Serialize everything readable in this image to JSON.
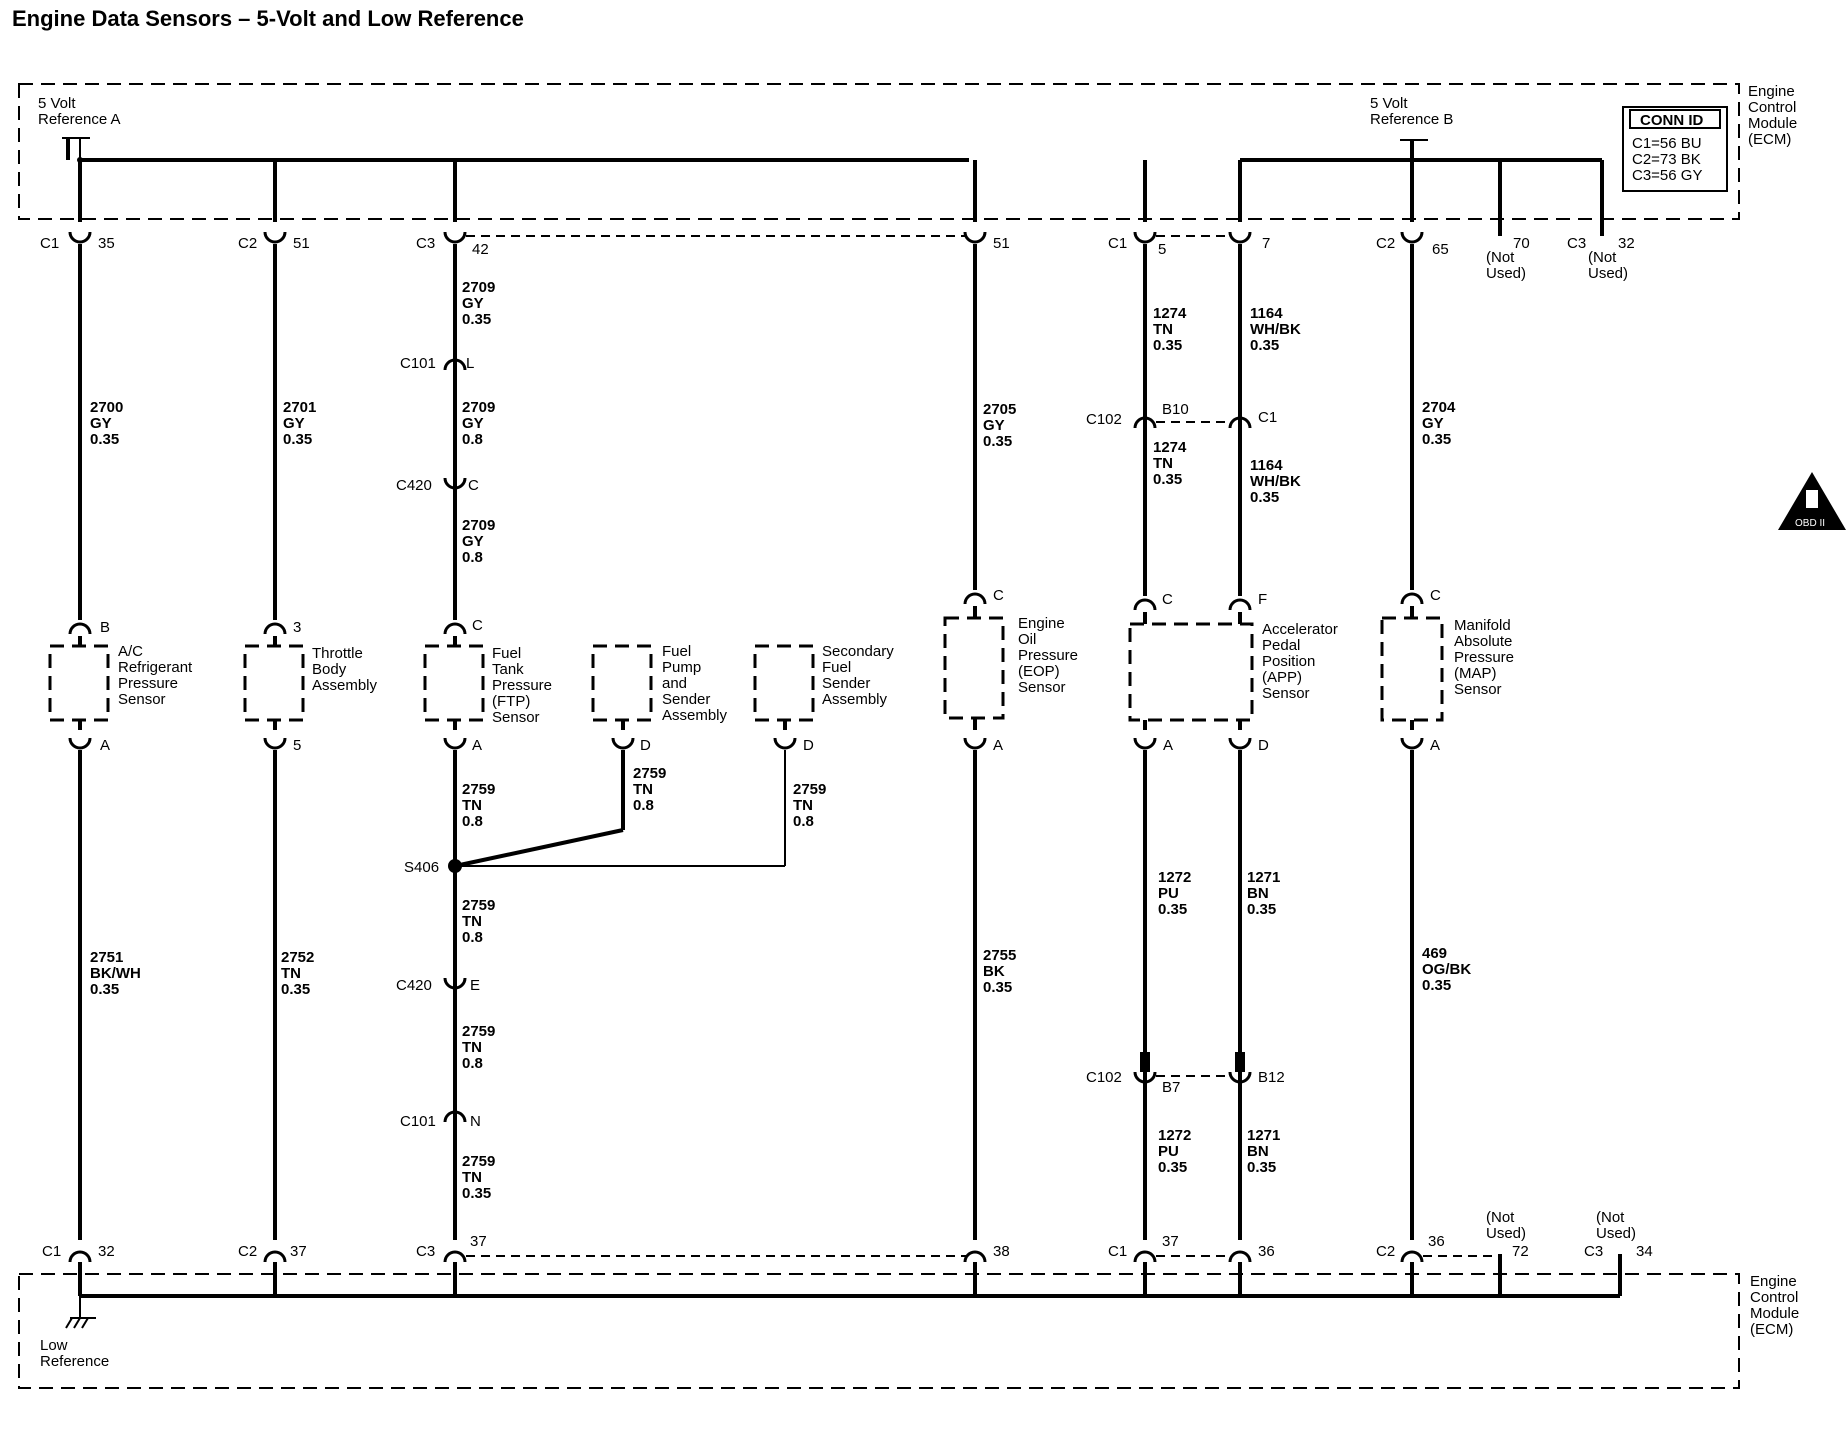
{
  "title": "Engine Data Sensors – 5-Volt and Low Reference",
  "ecm_top": {
    "label_lines": [
      "Engine",
      "Control",
      "Module",
      "(ECM)"
    ]
  },
  "ecm_bottom": {
    "label_lines": [
      "Engine",
      "Control",
      "Module",
      "(ECM)"
    ]
  },
  "ref_a": [
    "5 Volt",
    "Reference A"
  ],
  "ref_b": [
    "5 Volt",
    "Reference B"
  ],
  "low_ref": [
    "Low",
    "Reference"
  ],
  "conn_id": {
    "title": "CONN ID",
    "lines": [
      "C1=56 BU",
      "C2=73 BK",
      "C3=56 GY"
    ]
  },
  "obd": "OBD II",
  "top_pins": [
    {
      "conn": "C1",
      "pin": "35"
    },
    {
      "conn": "C2",
      "pin": "51"
    },
    {
      "conn": "C3",
      "pin": "42"
    },
    {
      "conn": "",
      "pin": "51"
    },
    {
      "conn": "C1",
      "pin": "5"
    },
    {
      "conn": "",
      "pin": "7"
    },
    {
      "conn": "C2",
      "pin": "65"
    },
    {
      "conn": "",
      "pin": "70"
    },
    {
      "conn": "C3",
      "pin": "32"
    }
  ],
  "bottom_pins": [
    {
      "conn": "C1",
      "pin": "32"
    },
    {
      "conn": "C2",
      "pin": "37"
    },
    {
      "conn": "C3",
      "pin": "37"
    },
    {
      "conn": "",
      "pin": "38"
    },
    {
      "conn": "C1",
      "pin": "37"
    },
    {
      "conn": "",
      "pin": "36"
    },
    {
      "conn": "C2",
      "pin": "36"
    },
    {
      "conn": "",
      "pin": "72"
    },
    {
      "conn": "C3",
      "pin": "34"
    }
  ],
  "not_used": [
    "(Not",
    "Used)"
  ],
  "wires": {
    "w2700": [
      "2700",
      "GY",
      "0.35"
    ],
    "w2701": [
      "2701",
      "GY",
      "0.35"
    ],
    "w2709a": [
      "2709",
      "GY",
      "0.35"
    ],
    "w2709b": [
      "2709",
      "GY",
      "0.8"
    ],
    "w2709c": [
      "2709",
      "GY",
      "0.8"
    ],
    "w2705": [
      "2705",
      "GY",
      "0.35"
    ],
    "w1274a": [
      "1274",
      "TN",
      "0.35"
    ],
    "w1274b": [
      "1274",
      "TN",
      "0.35"
    ],
    "w1164a": [
      "1164",
      "WH/BK",
      "0.35"
    ],
    "w1164b": [
      "1164",
      "WH/BK",
      "0.35"
    ],
    "w2704": [
      "2704",
      "GY",
      "0.35"
    ],
    "w2751": [
      "2751",
      "BK/WH",
      "0.35"
    ],
    "w2752": [
      "2752",
      "TN",
      "0.35"
    ],
    "w2759a": [
      "2759",
      "TN",
      "0.8"
    ],
    "w2759b": [
      "2759",
      "TN",
      "0.8"
    ],
    "w2759c": [
      "2759",
      "TN",
      "0.8"
    ],
    "w2759d": [
      "2759",
      "TN",
      "0.8"
    ],
    "w2759e": [
      "2759",
      "TN",
      "0.8"
    ],
    "w2759f": [
      "2759",
      "TN",
      "0.35"
    ],
    "w2755": [
      "2755",
      "BK",
      "0.35"
    ],
    "w1272a": [
      "1272",
      "PU",
      "0.35"
    ],
    "w1272b": [
      "1272",
      "PU",
      "0.35"
    ],
    "w1271a": [
      "1271",
      "BN",
      "0.35"
    ],
    "w1271b": [
      "1271",
      "BN",
      "0.35"
    ],
    "w469": [
      "469",
      "OG/BK",
      "0.35"
    ]
  },
  "inline_connectors": {
    "c101_l": [
      "C101",
      "L"
    ],
    "c420_c": [
      "C420",
      "C"
    ],
    "c420_e": [
      "C420",
      "E"
    ],
    "c101_n": [
      "C101",
      "N"
    ],
    "c102_b10": [
      "C102",
      "B10"
    ],
    "c102_c1": "C1",
    "c102_b7": [
      "C102",
      "B7"
    ],
    "c102_b12": "B12",
    "s406": "S406"
  },
  "sensors": {
    "ac": {
      "label": [
        "A/C",
        "Refrigerant",
        "Pressure",
        "Sensor"
      ],
      "pin_top": "B",
      "pin_bottom": "A"
    },
    "throttle": {
      "label": [
        "Throttle",
        "Body",
        "Assembly"
      ],
      "pin_top": "3",
      "pin_bottom": "5"
    },
    "ftp": {
      "label": [
        "Fuel",
        "Tank",
        "Pressure",
        "(FTP)",
        "Sensor"
      ],
      "pin_top": "C",
      "pin_bottom": "A"
    },
    "fuel_pump": {
      "label": [
        "Fuel",
        "Pump",
        "and",
        "Sender",
        "Assembly"
      ],
      "pin_bottom": "D"
    },
    "secondary": {
      "label": [
        "Secondary",
        "Fuel",
        "Sender",
        "Assembly"
      ],
      "pin_bottom": "D"
    },
    "eop": {
      "label": [
        "Engine",
        "Oil",
        "Pressure",
        "(EOP)",
        "Sensor"
      ],
      "pin_top": "C",
      "pin_bottom": "A"
    },
    "app": {
      "label": [
        "Accelerator",
        "Pedal",
        "Position",
        "(APP)",
        "Sensor"
      ],
      "pin_top_1": "C",
      "pin_top_2": "F",
      "pin_bottom_1": "A",
      "pin_bottom_2": "D"
    },
    "map": {
      "label": [
        "Manifold",
        "Absolute",
        "Pressure",
        "(MAP)",
        "Sensor"
      ],
      "pin_top": "C",
      "pin_bottom": "A"
    }
  }
}
